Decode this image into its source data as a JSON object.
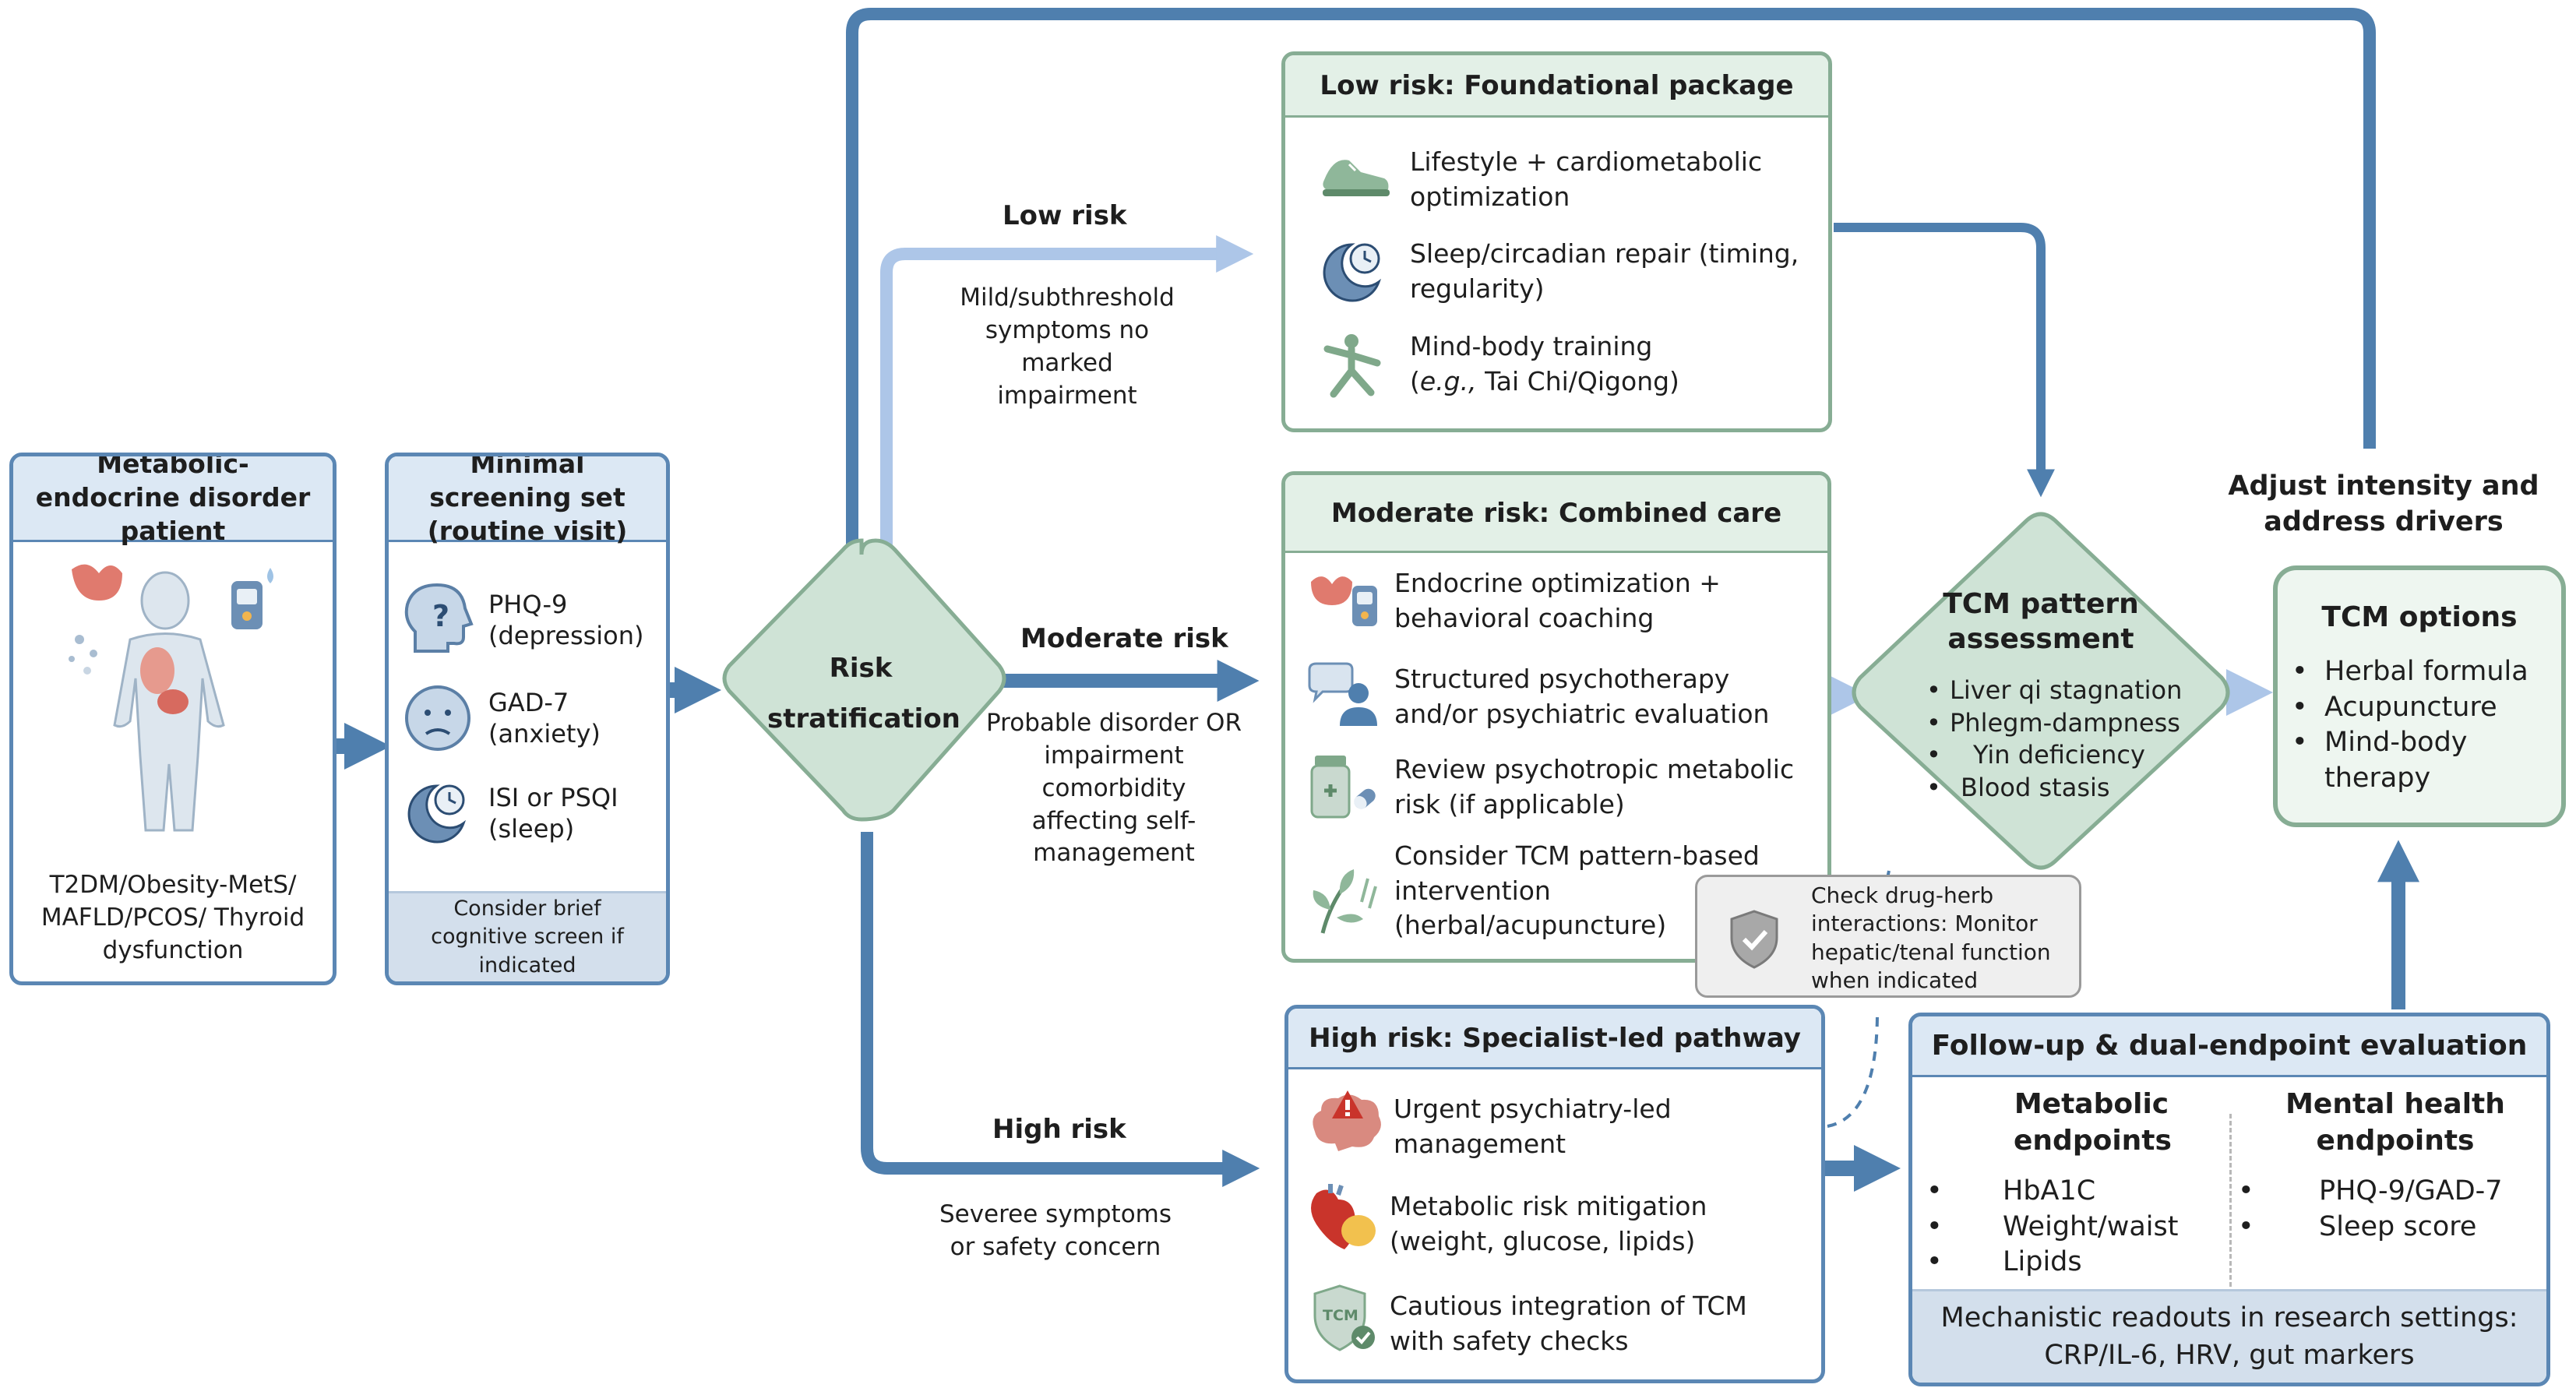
{
  "patient": {
    "title": "Metabolic-endocrine disorder patient",
    "conditions": "T2DM/Obesity-MetS/ MAFLD/PCOS/ Thyroid dysfunction"
  },
  "screening": {
    "title": "Minimal screening set (routine visit)",
    "items": [
      {
        "name": "PHQ-9",
        "desc": "(depression)"
      },
      {
        "name": "GAD-7",
        "desc": "(anxiety)"
      },
      {
        "name": "ISI or PSQI",
        "desc": "(sleep)"
      }
    ],
    "footer": "Consider brief cognitive screen if indicated"
  },
  "risk": {
    "label": "Risk stratification"
  },
  "branches": {
    "low": {
      "label": "Low risk",
      "desc": "Mild/subthreshold symptoms no marked impairment"
    },
    "moderate": {
      "label": "Moderate risk",
      "desc": "Probable disorder OR impairment comorbidity affecting self-management"
    },
    "high": {
      "label": "High risk",
      "desc": "Severee symptoms or safety concern"
    }
  },
  "low_box": {
    "title": "Low risk: Foundational package",
    "items": [
      {
        "icon": "sneaker-icon",
        "text": "Lifestyle + cardiometabolic optimization"
      },
      {
        "icon": "moon-clock-icon",
        "text": "Sleep/circadian repair (timing, regularity)"
      },
      {
        "icon": "tai-chi-icon",
        "text_pre": "Mind-body training",
        "text_em": "e.g.,",
        "text_post": " Tai Chi/Qigong)"
      }
    ]
  },
  "moderate_box": {
    "title": "Moderate risk: Combined care",
    "items": [
      {
        "icon": "thyroid-glucometer-icon",
        "text": "Endocrine optimization + behavioral coaching"
      },
      {
        "icon": "chat-person-icon",
        "text": "Structured psychotherapy and/or psychiatric evaluation"
      },
      {
        "icon": "pill-bottle-icon",
        "text": "Review psychotropic metabolic risk (if applicable)"
      },
      {
        "icon": "herb-icon",
        "text": "Consider TCM pattern-based intervention (herbal/acupuncture)"
      }
    ]
  },
  "high_box": {
    "title": "High risk: Specialist-led pathway",
    "items": [
      {
        "icon": "brain-alert-icon",
        "text": "Urgent psychiatry-led management"
      },
      {
        "icon": "heart-icon",
        "text": "Metabolic risk mitigation (weight, glucose, lipids)"
      },
      {
        "icon": "tcm-shield-icon",
        "text": "Cautious integration of TCM with safety checks"
      }
    ]
  },
  "drug_herb": {
    "text": "Check drug-herb interactions: Monitor hepatic/tenal function when indicated"
  },
  "tcm_assessment": {
    "title": "TCM pattern assessment",
    "items": [
      "Liver qi stagnation",
      "Phlegm-dampness",
      "Yin deficiency",
      "Blood stasis"
    ]
  },
  "adjust": {
    "text": "Adjust intensity and address drivers"
  },
  "tcm_options": {
    "title": "TCM options",
    "items": [
      "Herbal formula",
      "Acupuncture",
      "Mind-body therapy"
    ]
  },
  "followup": {
    "title": "Follow-up & dual-endpoint evaluation",
    "metabolic_title": "Metabolic endpoints",
    "metabolic_items": [
      "HbA1C",
      "Weight/waist",
      "Lipids"
    ],
    "mental_title": "Mental health endpoints",
    "mental_items": [
      "PHQ-9/GAD-7",
      "Sleep score"
    ],
    "footer": "Mechanistic readouts in research settings: CRP/IL-6, HRV, gut markers"
  },
  "colors": {
    "arrow": "#4f7fae",
    "arrow_light": "#adc6e8",
    "box_blue": "#5b87b4",
    "box_green": "#87ad94",
    "diamond_fill": "#cfe3d6"
  }
}
